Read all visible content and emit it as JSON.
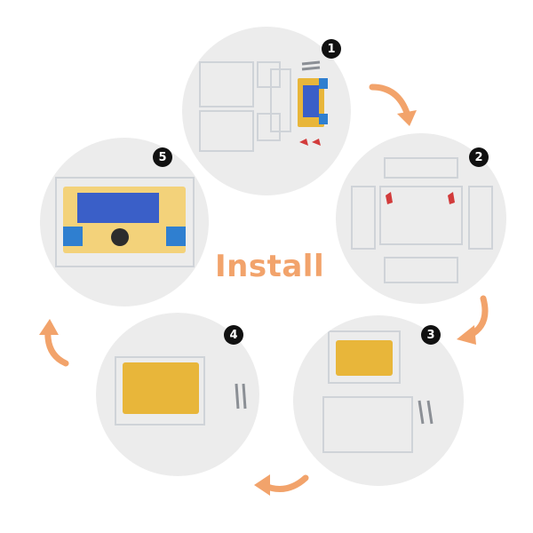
{
  "title": "Install",
  "steps": [
    {
      "number": "1",
      "description": "acrylic case panels, screws and module"
    },
    {
      "number": "2",
      "description": "side panels attached to base"
    },
    {
      "number": "3",
      "description": "module placed in case frame"
    },
    {
      "number": "4",
      "description": "case closed, two screws"
    },
    {
      "number": "5",
      "description": "assembled module in clear case"
    }
  ],
  "colors": {
    "accent": "#f2a36b",
    "badge": "#111111",
    "circle": "#ececec",
    "pcb": "#e8b63a",
    "lcd": "#3a5fc8",
    "terminal": "#2f7fd0"
  }
}
